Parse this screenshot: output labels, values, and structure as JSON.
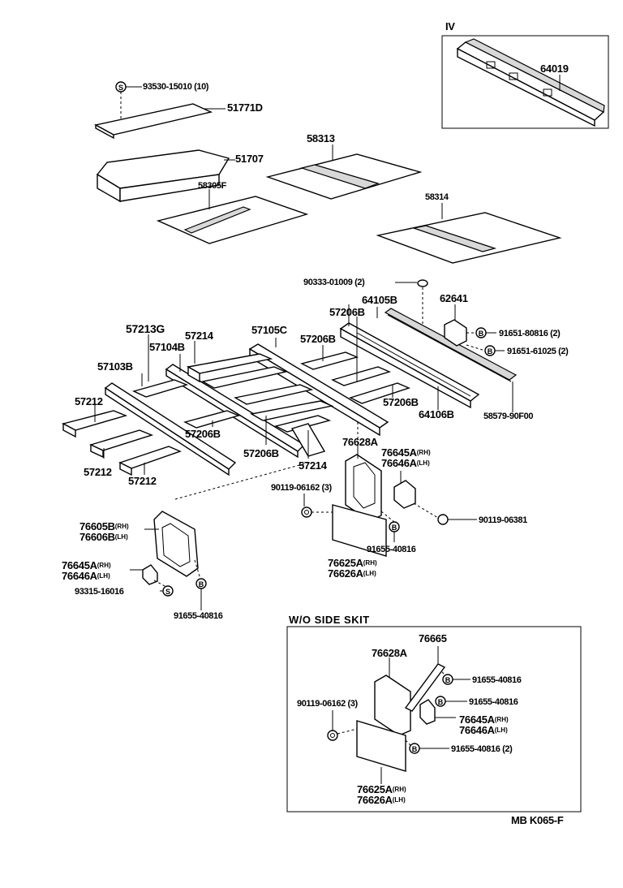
{
  "section_iv": {
    "roman": "IV",
    "part": "64019"
  },
  "inset": {
    "title": "W/O SIDE SKIT"
  },
  "footer": {
    "code": "MB  K065-F"
  },
  "labels": {
    "p93530": "93530-15010 (10)",
    "p51771D": "51771D",
    "p51707": "51707",
    "p58313": "58313",
    "p58305F": "58305F",
    "p58314": "58314",
    "p90333": "90333-01009 (2)",
    "p62641": "62641",
    "p64105B": "64105B",
    "p57206B_a": "57206B",
    "p91651_80816": "91651-80816 (2)",
    "p91651_61025": "91651-61025 (2)",
    "p57213G": "57213G",
    "p57214_a": "57214",
    "p57105C": "57105C",
    "p57206B_b": "57206B",
    "p57104B": "57104B",
    "p57103B": "57103B",
    "p57212_a": "57212",
    "p57206B_c": "57206B",
    "p64106B": "64106B",
    "p58579": "58579-90F00",
    "p57206B_d": "57206B",
    "p57206B_e": "57206B",
    "p57212_b": "57212",
    "p57212_c": "57212",
    "p57214_b": "57214",
    "p76628A": "76628A",
    "p76645A": "76645A",
    "p76646A": "76646A",
    "p90119_06162": "90119-06162 (3)",
    "p90119_06381": "90119-06381",
    "p91655_a": "91655-40816",
    "p76625A": "76625A",
    "p76626A": "76626A",
    "p76605B": "76605B",
    "p76606B": "76606B",
    "p76645A_b": "76645A",
    "p76646A_b": "76646A",
    "p93315": "93315-16016",
    "p91655_b": "91655-40816",
    "i76665": "76665",
    "i76628A": "76628A",
    "i91655_a": "91655-40816",
    "i91655_b": "91655-40816",
    "i90119": "90119-06162 (3)",
    "i76645A": "76645A",
    "i76646A": "76646A",
    "i91655_c": "91655-40816 (2)",
    "i76625A": "76625A",
    "i76626A": "76626A"
  },
  "suffix": {
    "rh": "(RH)",
    "lh": "(LH)"
  },
  "markers": {
    "s": "S",
    "b": "B"
  }
}
